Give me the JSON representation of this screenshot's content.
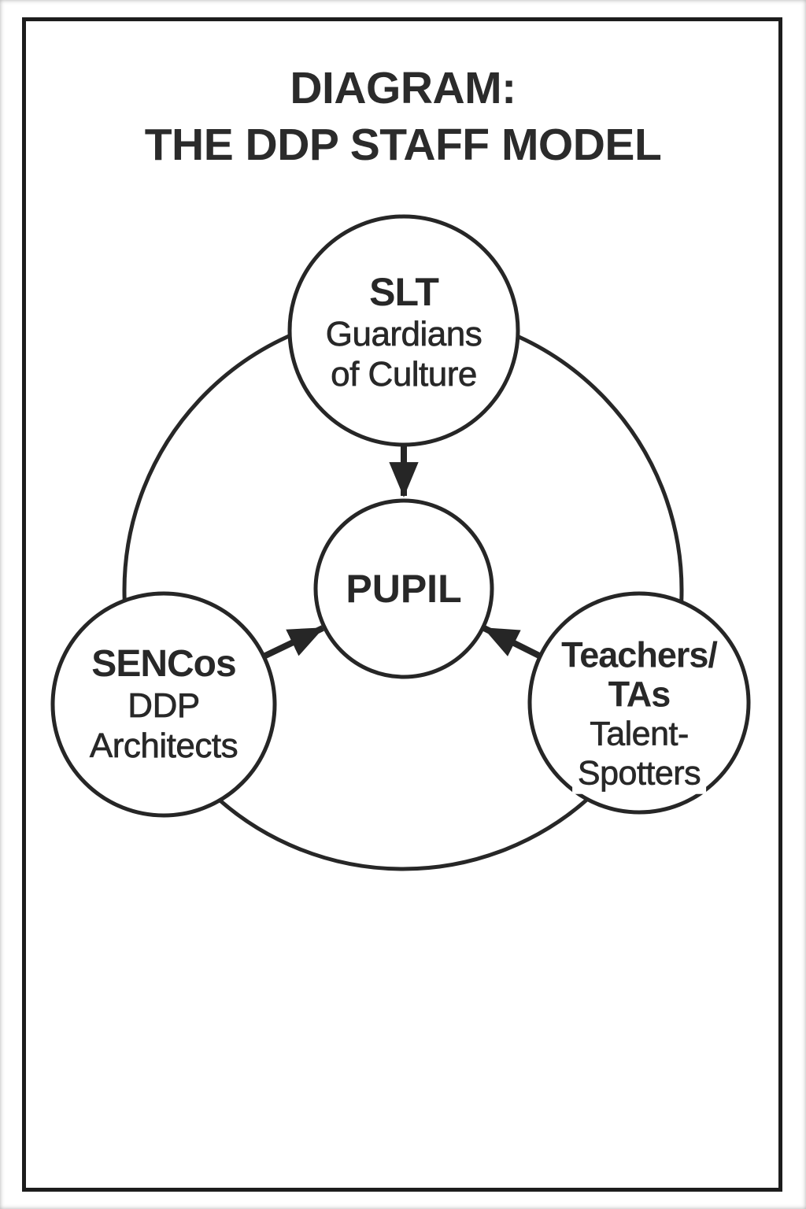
{
  "page": {
    "title_line1": "DIAGRAM:",
    "title_line2": "THE DDP STAFF MODEL"
  },
  "diagram": {
    "center_node": {
      "label": "PUPIL"
    },
    "nodes": [
      {
        "name": "slt",
        "title": "SLT",
        "subtitle": [
          "Guardians",
          "of Culture"
        ]
      },
      {
        "name": "sencos",
        "title": "SENCos",
        "subtitle": [
          "DDP",
          "Architects"
        ]
      },
      {
        "name": "teachers-tas",
        "title": "Teachers/",
        "title_line2": "TAs",
        "subtitle": [
          "Talent-",
          "Spotters"
        ]
      }
    ],
    "colors": {
      "ink": "#262626",
      "paper": "#ffffff"
    }
  }
}
